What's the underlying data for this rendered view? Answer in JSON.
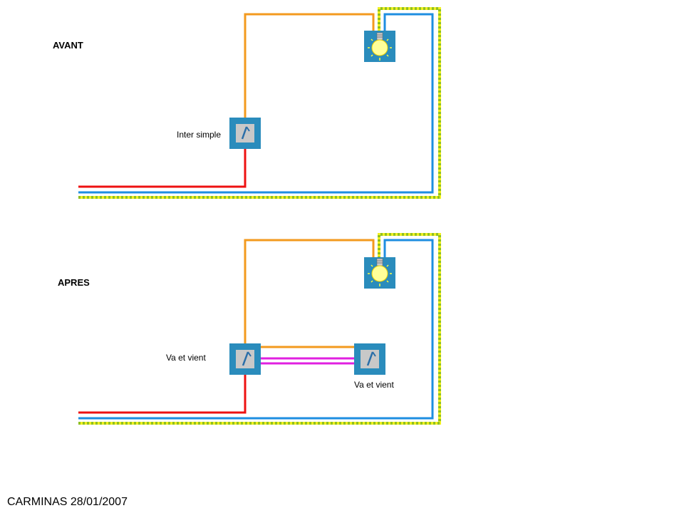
{
  "sections": {
    "before": {
      "title": "AVANT",
      "switch_label": "Inter simple"
    },
    "after": {
      "title": "APRES",
      "switch1_label": "Va et vient",
      "switch2_label": "Va et vient"
    }
  },
  "signature": "CARMINAS 28/01/2007",
  "colors": {
    "phase": "#ee1111",
    "neutral": "#1e8ee0",
    "return": "#f39a1e",
    "traveller": "#e020e0",
    "earth_yellow": "#f0f020",
    "earth_green": "#90c020",
    "box": "#2a8cbc",
    "switch_face": "#c8c8c8",
    "bulb": "#ffff99"
  }
}
